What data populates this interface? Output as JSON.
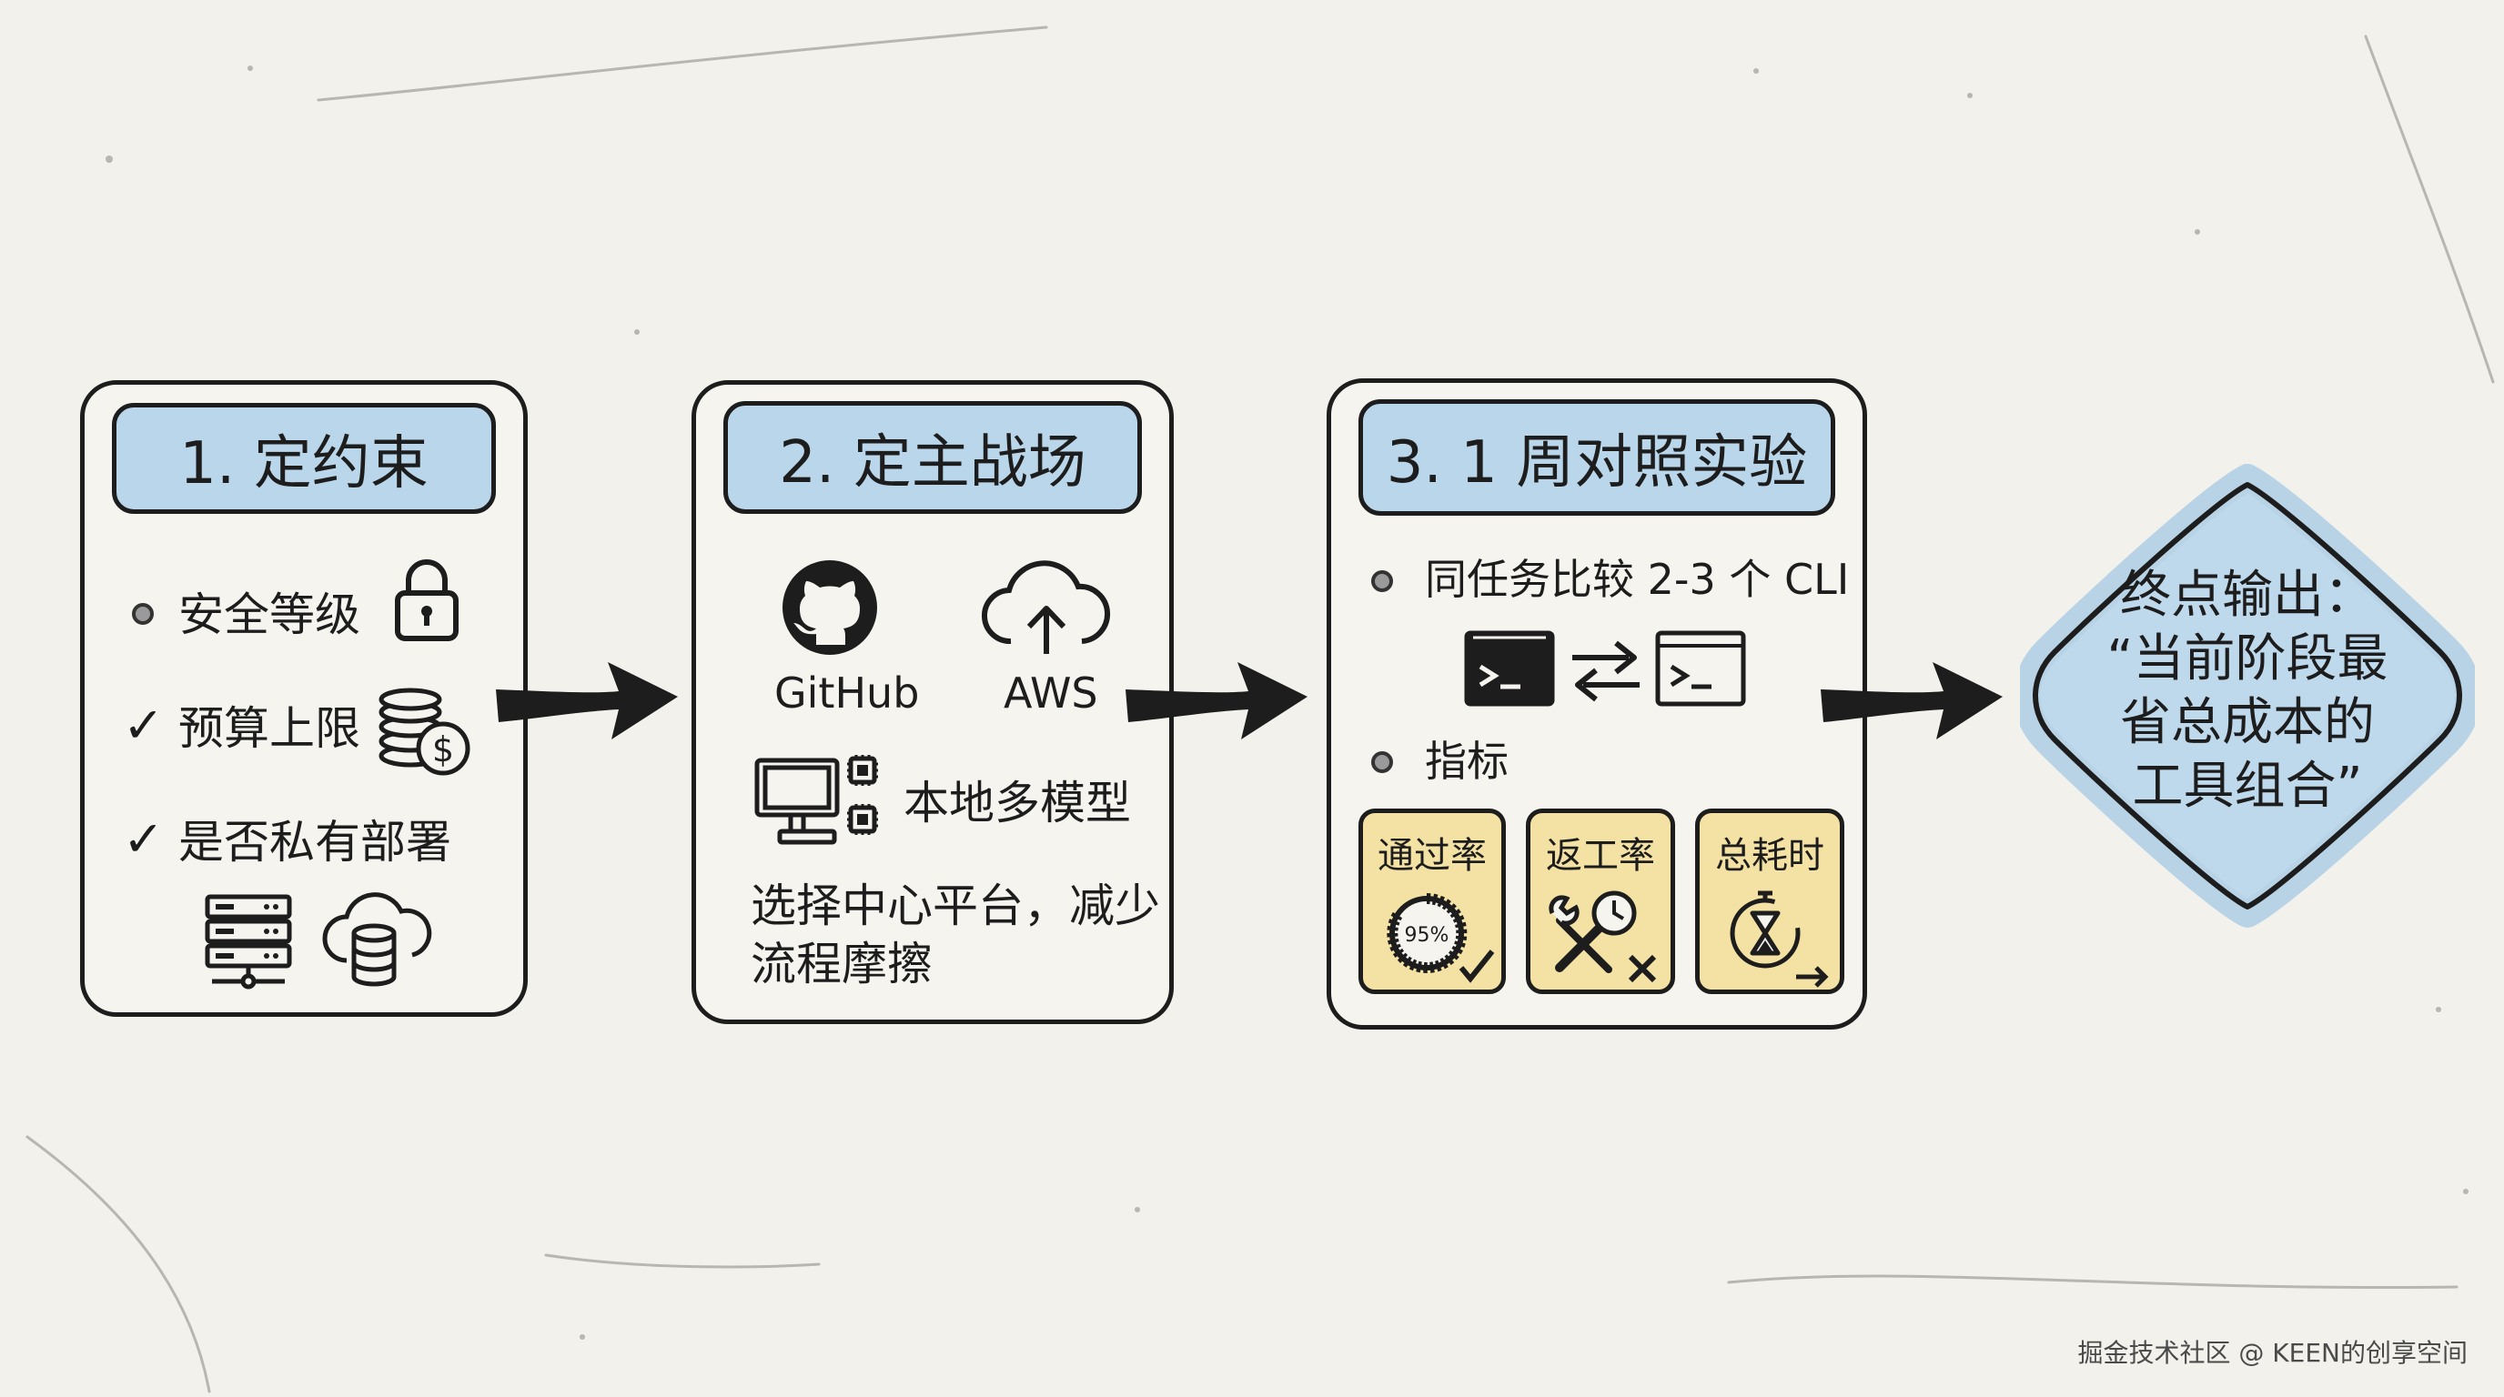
{
  "steps": [
    {
      "title": "1. 定约束",
      "items": [
        {
          "marker": "bullet",
          "text": "安全等级",
          "icon": "lock-icon"
        },
        {
          "marker": "check",
          "text": "预算上限",
          "icon": "coins-dollar-icon"
        },
        {
          "marker": "check",
          "text": "是否私有部署",
          "icons": [
            "server-rack-icon",
            "cloud-database-icon"
          ]
        }
      ]
    },
    {
      "title": "2. 定主战场",
      "platforms": [
        {
          "label": "GitHub",
          "icon": "github-icon"
        },
        {
          "label": "AWS",
          "icon": "cloud-upload-icon"
        }
      ],
      "local_label": "本地多模型",
      "local_icon": "computer-chips-icon",
      "desc_line1": "选择中心平台，减少",
      "desc_line2": "流程摩擦"
    },
    {
      "title": "3. 1 周对照实验",
      "compare_text": "同任务比较 2-3 个 CLI",
      "compare_icons": [
        "terminal-dark-icon",
        "swap-arrows-icon",
        "terminal-light-icon"
      ],
      "metrics_heading": "指标",
      "metrics": [
        {
          "label": "通过率",
          "value": "95%",
          "icon": "gauge-check-icon"
        },
        {
          "label": "返工率",
          "icon": "tools-clock-icon"
        },
        {
          "label": "总耗时",
          "icon": "hourglass-stopwatch-icon"
        }
      ]
    }
  ],
  "endpoint": {
    "line1": "终点输出：",
    "line2": "“当前阶段最",
    "line3": "省总成本的",
    "line4": "工具组合”"
  },
  "watermark": "掘金技术社区 @ KEEN的创享空间",
  "colors": {
    "title_fill": "#b9d6ea",
    "metric_fill": "#f4e2a5",
    "diamond_fill": "#bfd9ec",
    "ink": "#1d1d1d",
    "background": "#f3f1ec"
  }
}
